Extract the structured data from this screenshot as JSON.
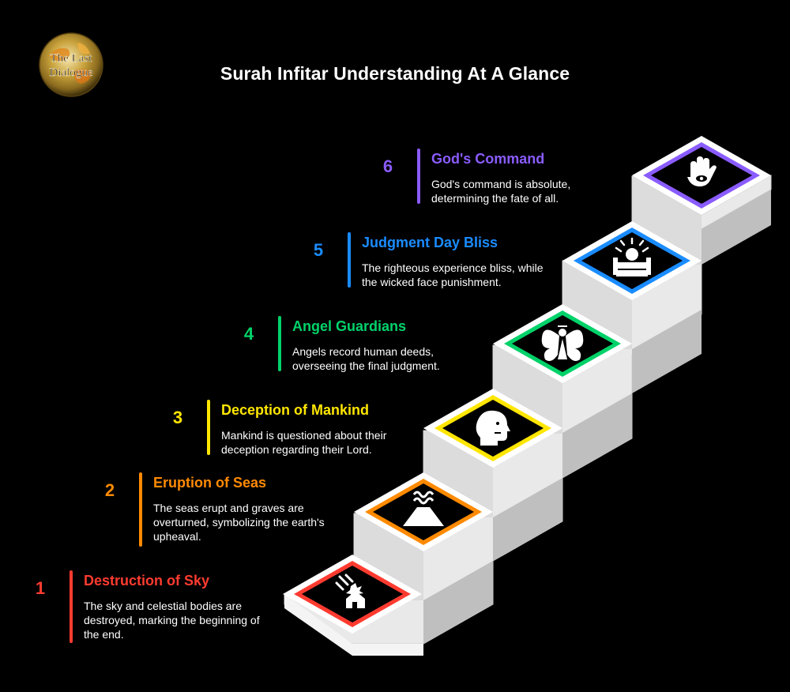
{
  "logo": {
    "line1": "The Last",
    "line2": "Dialogue"
  },
  "title": "Surah Infitar Understanding At A Glance",
  "steps": [
    {
      "number": "1",
      "heading": "Destruction of Sky",
      "description": "The sky and celestial bodies are destroyed, marking the beginning of the end.",
      "color": "#ff3b30",
      "icon": "meteor-impact-icon"
    },
    {
      "number": "2",
      "heading": "Eruption of Seas",
      "description": "The seas erupt and graves are overturned, symbolizing the earth's upheaval.",
      "color": "#ff8a00",
      "icon": "volcano-icon"
    },
    {
      "number": "3",
      "heading": "Deception of Mankind",
      "description": "Mankind is questioned about their deception regarding their Lord.",
      "color": "#ffe600",
      "icon": "thinking-head-icon"
    },
    {
      "number": "4",
      "heading": "Angel Guardians",
      "description": "Angels record human deeds, overseeing the final judgment.",
      "color": "#00d26a",
      "icon": "angel-icon"
    },
    {
      "number": "5",
      "heading": "Judgment Day Bliss",
      "description": "The righteous experience bliss, while the wicked face punishment.",
      "color": "#1a8cff",
      "icon": "paradise-icon"
    },
    {
      "number": "6",
      "heading": "God's Command",
      "description": "God's command is absolute, determining the fate of all.",
      "color": "#8a5cff",
      "icon": "hamsa-hand-icon"
    }
  ]
}
